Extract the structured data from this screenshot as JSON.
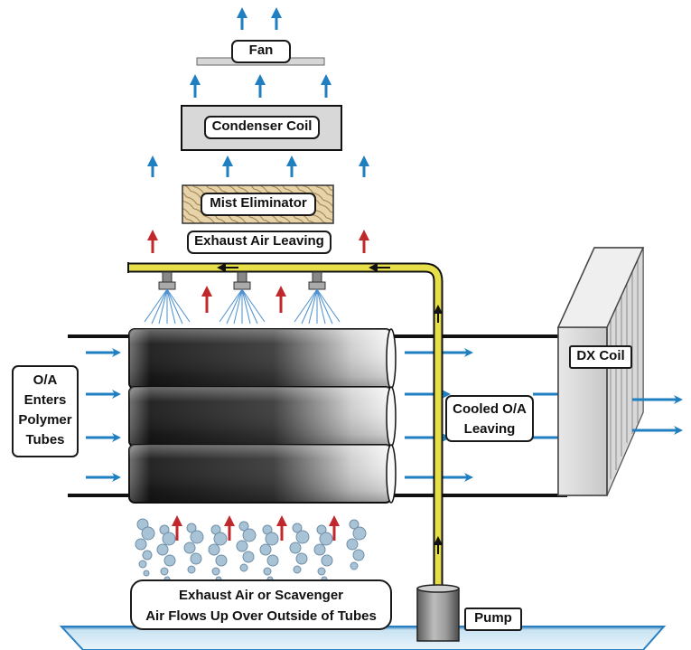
{
  "labels": {
    "fan": "Fan",
    "condenser_coil": "Condenser Coil",
    "mist_eliminator": "Mist Eliminator",
    "exhaust_air_leaving": "Exhaust Air Leaving",
    "dx_coil": "DX Coil",
    "oa_enters": [
      "O/A",
      "Enters",
      "Polymer",
      "Tubes"
    ],
    "cooled_oa_leaving": [
      "Cooled O/A",
      "Leaving"
    ],
    "exhaust_scavenger": [
      "Exhaust Air or Scavenger",
      "Air Flows Up Over Outside of Tubes"
    ],
    "pump": "Pump"
  },
  "colors": {
    "outdoor_air_arrow": "#1f7fc0",
    "exhaust_air_arrow": "#c0282c",
    "pipe_fill": "#e6df4a",
    "water": "#c9e3f2",
    "coil_box": "#d8d8d8"
  },
  "icons": [
    "blue-arrow-icon",
    "red-arrow-icon",
    "spray-nozzle-icon",
    "mist-cloud-icon"
  ]
}
